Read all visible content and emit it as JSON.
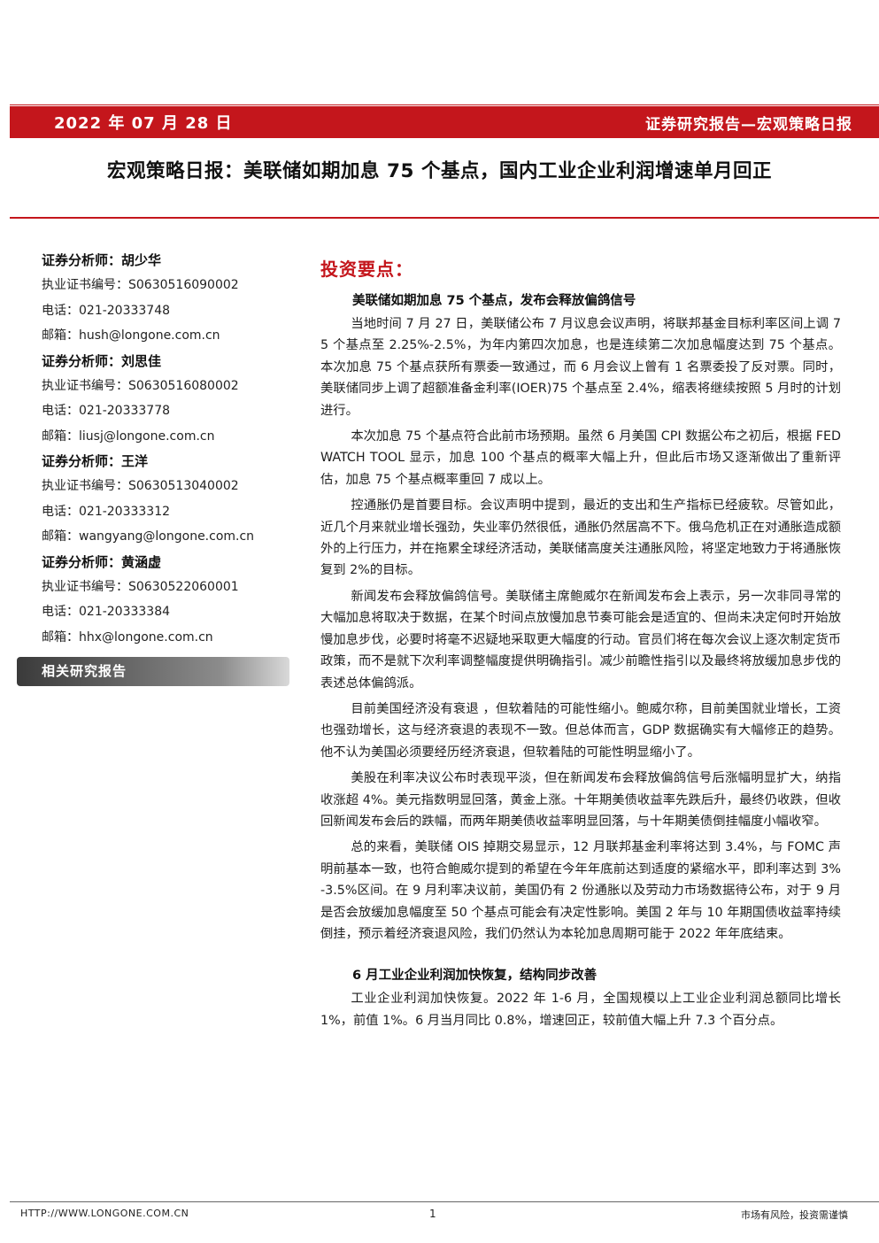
{
  "header": {
    "date": "2022 年 07 月 28 日",
    "series": "证券研究报告—宏观策略日报",
    "accent_color": "#c4161c"
  },
  "title": "宏观策略日报：美联储如期加息 75 个基点，国内工业企业利润增速单月回正",
  "analysts": [
    {
      "name": "证券分析师：胡少华",
      "cert": "执业证书编号：S0630516090002",
      "phone": "电话：021-20333748",
      "email": "邮箱：hush@longone.com.cn"
    },
    {
      "name": "证券分析师：刘思佳",
      "cert": "执业证书编号：S0630516080002",
      "phone": "电话：021-20333778",
      "email": "邮箱：liusj@longone.com.cn"
    },
    {
      "name": "证券分析师：王洋",
      "cert": "执业证书编号：S0630513040002",
      "phone": "电话：021-20333312",
      "email": "邮箱：wangyang@longone.com.cn"
    },
    {
      "name": "证券分析师：黄涵虚",
      "cert": "执业证书编号：S0630522060001",
      "phone": "电话：021-20333384",
      "email": "邮箱：hhx@longone.com.cn"
    }
  ],
  "related_reports": "相关研究报告",
  "content": {
    "section_title": "投资要点：",
    "sub1": "美联储如期加息 75 个基点，发布会释放偏鸽信号",
    "paras1": [
      "当地时间 7 月 27 日，美联储公布 7 月议息会议声明，将联邦基金目标利率区间上调 75 个基点至 2.25%-2.5%，为年内第四次加息，也是连续第二次加息幅度达到 75 个基点。本次加息 75 个基点获所有票委一致通过，而 6 月会议上曾有 1 名票委投了反对票。同时，美联储同步上调了超额准备金利率(IOER)75 个基点至 2.4%，缩表将继续按照 5 月时的计划进行。",
      "本次加息 75 个基点符合此前市场预期。虽然 6 月美国 CPI 数据公布之初后，根据 FED WATCH TOOL 显示，加息 100 个基点的概率大幅上升，但此后市场又逐渐做出了重新评估，加息 75 个基点概率重回 7 成以上。",
      "控通胀仍是首要目标。会议声明中提到，最近的支出和生产指标已经疲软。尽管如此，近几个月来就业增长强劲，失业率仍然很低，通胀仍然居高不下。俄乌危机正在对通胀造成额外的上行压力，并在拖累全球经济活动，美联储高度关注通胀风险，将坚定地致力于将通胀恢复到 2%的目标。",
      "新闻发布会释放偏鸽信号。美联储主席鲍威尔在新闻发布会上表示，另一次非同寻常的大幅加息将取决于数据，在某个时间点放慢加息节奏可能会是适宜的、但尚未决定何时开始放慢加息步伐，必要时将毫不迟疑地采取更大幅度的行动。官员们将在每次会议上逐次制定货币政策，而不是就下次利率调整幅度提供明确指引。减少前瞻性指引以及最终将放缓加息步伐的表述总体偏鸽派。",
      "目前美国经济没有衰退 ，但软着陆的可能性缩小。鲍威尔称，目前美国就业增长，工资也强劲增长，这与经济衰退的表现不一致。但总体而言，GDP 数据确实有大幅修正的趋势。他不认为美国必须要经历经济衰退，但软着陆的可能性明显缩小了。",
      "美股在利率决议公布时表现平淡，但在新闻发布会释放偏鸽信号后涨幅明显扩大，纳指收涨超 4%。美元指数明显回落，黄金上涨。十年期美债收益率先跌后升，最终仍收跌，但收回新闻发布会后的跌幅，而两年期美债收益率明显回落，与十年期美债倒挂幅度小幅收窄。",
      "总的来看，美联储 OIS 掉期交易显示，12 月联邦基金利率将达到 3.4%，与 FOMC 声明前基本一致，也符合鲍威尔提到的希望在今年年底前达到适度的紧缩水平，即利率达到 3%-3.5%区间。在 9 月利率决议前，美国仍有 2 份通胀以及劳动力市场数据待公布，对于 9 月是否会放缓加息幅度至 50 个基点可能会有决定性影响。美国 2 年与 10 年期国债收益率持续倒挂，预示着经济衰退风险，我们仍然认为本轮加息周期可能于 2022 年年底结束。"
    ],
    "sub2": "6 月工业企业利润加快恢复，结构同步改善",
    "paras2": [
      "工业企业利润加快恢复。2022 年 1-6 月，全国规模以上工业企业利润总额同比增长 1%，前值 1%。6 月当月同比 0.8%，增速回正，较前值大幅上升 7.3 个百分点。"
    ]
  },
  "footer": {
    "url": "HTTP://WWW.LONGONE.COM.CN",
    "page": "1",
    "disclaimer": "市场有风险，投资需谨慎"
  }
}
